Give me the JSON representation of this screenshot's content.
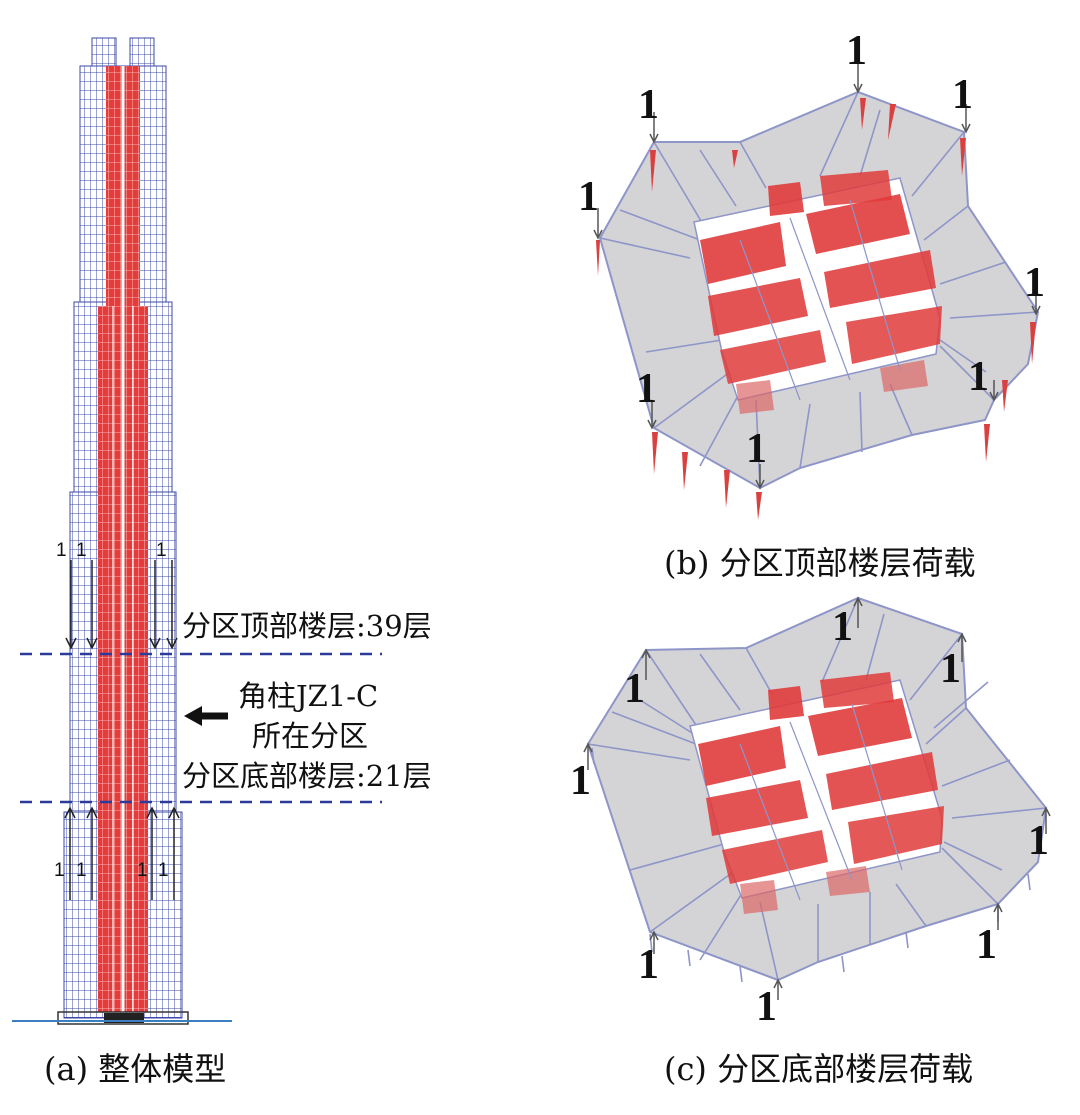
{
  "captions": {
    "a": "(a) 整体模型",
    "b": "(b) 分区顶部楼层荷载",
    "c": "(c) 分区底部楼层荷载"
  },
  "tower_annotations": {
    "top_floor": "分区顶部楼层:39层",
    "column_line1": "角柱JZ1-C",
    "column_line2": "所在分区",
    "bottom_floor": "分区底部楼层:21层"
  },
  "load_value": "1",
  "colors": {
    "frame_blue": "#3b4aa8",
    "core_red": "#e23a3a",
    "floor_gray": "#d4d4d6",
    "outline_lavender": "#8e95c8",
    "dash_line": "#2c3a9a"
  }
}
